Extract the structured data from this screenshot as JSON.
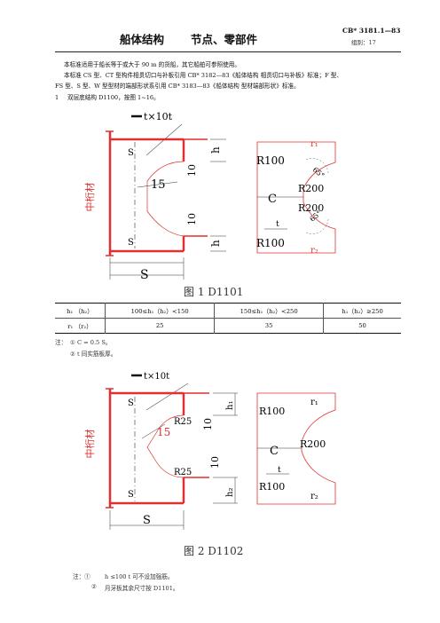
{
  "header": {
    "title": "船体结构",
    "subtitle": "节点、零部件",
    "standard_no": "CB* 3181.1—83",
    "group": "组别：17"
  },
  "intro": {
    "line1": "本标准适用于船长等于或大于 90 m 的货船，其它船舶可参照使用。",
    "line2": "本标准 CS 型、CT 型构件相贯切口与补板引用 CB* 3182—83《船体结构 相贯切口与补板》标准；F 型、",
    "line3": "FS 型、S 型、W 型型材的端部形状系引用 CB* 3183—83《船体结构 型材端部形状》标准。",
    "section_num": "1",
    "section_text": "双层底结构 D1100，按图 1~16。"
  },
  "figure1": {
    "thickness_label": "t×10t",
    "side_label": "中桁材",
    "s_top": "S",
    "s_bottom": "S",
    "angle_15": "15",
    "dim_10_top": "10",
    "dim_10_bottom": "10",
    "h_top": "h",
    "h_bottom": "h",
    "s_dim": "S",
    "r1": "r₁",
    "r2": "r₂",
    "r100_top": "R100",
    "r100_bottom": "R100",
    "r200_top": "R200",
    "r200_bottom": "R200",
    "c_label": "C",
    "t_label": "t",
    "angle_65_top": "65°",
    "angle_65_bottom": "65°",
    "caption": "图 1   D1101"
  },
  "table": {
    "header": [
      "h₁ （h₂）",
      "100≤h₁（h₂）<150",
      "150≤h₁（h₂）<250",
      "h₁（h₂）≥250"
    ],
    "row": [
      "r₁ （r₂）",
      "25",
      "35",
      "50"
    ]
  },
  "notes1": {
    "prefix": "注：",
    "n1": "① C = 0.5 S。",
    "n2": "② t 同实筋板厚。"
  },
  "figure2": {
    "thickness_label": "t×10t",
    "side_label": "中桁材",
    "s_top": "S",
    "s_bottom": "S",
    "angle_15": "15",
    "r25_top": "R25",
    "r25_bottom": "R25",
    "dim_10_top": "10",
    "dim_10_bottom": "10",
    "h1": "h₁",
    "h2": "h₂",
    "s_dim": "S",
    "r1": "r₁",
    "r2": "r₂",
    "r100_top": "R100",
    "r100_bottom": "R100",
    "r200": "R200",
    "c_label": "C",
    "t_label": "t",
    "caption": "图 2   D1102"
  },
  "notes2": {
    "prefix": "注：①",
    "n1": "h ≤100 t 可不设加强筋。",
    "n2_prefix": "②",
    "n2": "月牙板其余尺寸按 D1101。"
  },
  "colors": {
    "member": "#e03030",
    "line": "#222222"
  }
}
